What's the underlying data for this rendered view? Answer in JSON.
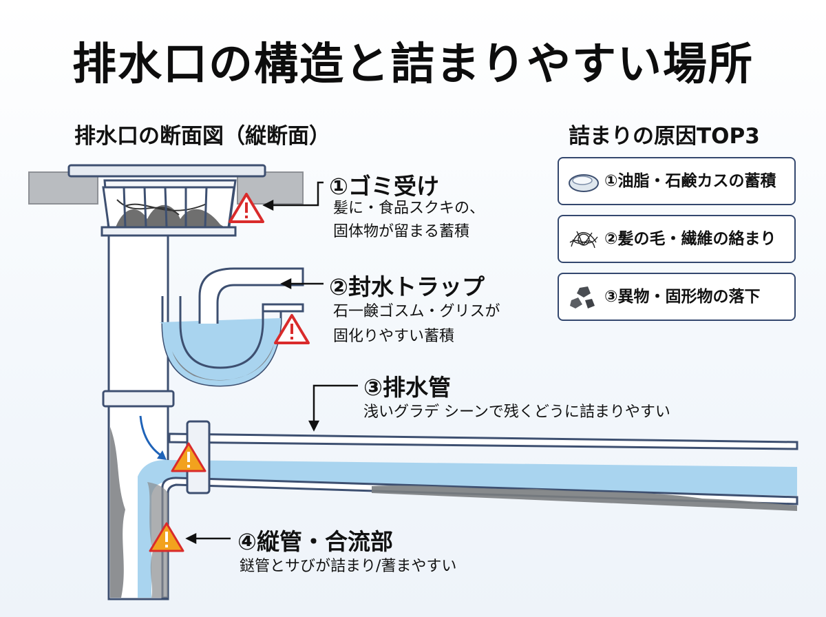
{
  "title": "排水口の構造と詰まりやすい場所",
  "diagram_heading": "排水口の断面図（縦断面）",
  "causes_heading": "詰まりの原因TOP3",
  "callouts": [
    {
      "title": "①ゴミ受け",
      "lines": [
        "髪に・食品スクキの、",
        "固体物が留まる蓄積"
      ]
    },
    {
      "title": "②封水トラップ",
      "lines": [
        "石一鹸ゴスム・グリスが",
        "固化りやすい蓄積"
      ]
    },
    {
      "title": "③排水管",
      "lines": [
        "浅いグラデ シーンで残くどうに詰まりやすい"
      ]
    },
    {
      "title": "④縦管・合流部",
      "lines": [
        "鎹管とサびが詰まり/蓍まやすい"
      ]
    }
  ],
  "causes": [
    {
      "label": "①油脂・石鹸カスの蓄積",
      "icon": "soap-bar-icon"
    },
    {
      "label": "②髪の毛・繊維の絡まり",
      "icon": "hair-tangle-icon"
    },
    {
      "label": "③異物・固形物の落下",
      "icon": "stones-icon"
    }
  ],
  "colors": {
    "pipe_outline": "#3d4f70",
    "pipe_fill": "#ffffff",
    "water": "#a9d4ef",
    "sludge": "#7a7d80",
    "warning_red": "#d92b2b",
    "warning_orange": "#f2a21e",
    "arrow_blue": "#1f63b8",
    "counter": "#b9bcc0"
  }
}
